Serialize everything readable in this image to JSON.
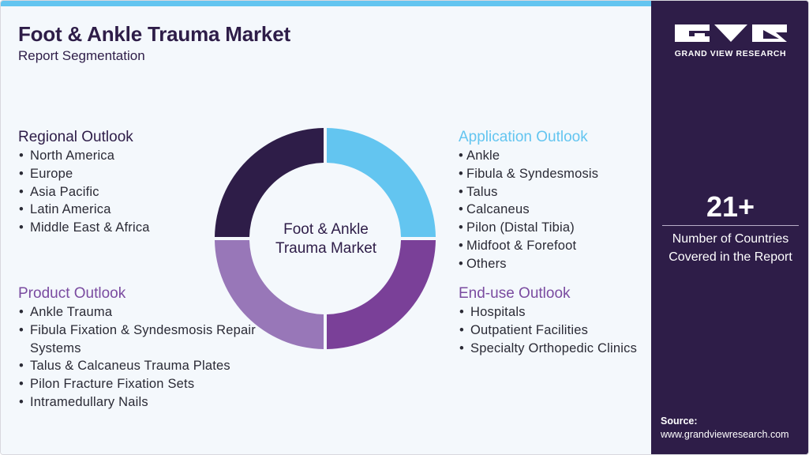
{
  "header": {
    "title": "Foot & Ankle Trauma Market",
    "subtitle": "Report Segmentation"
  },
  "donut": {
    "center_line1": "Foot & Ankle",
    "center_line2": "Trauma Market",
    "segment_colors": {
      "application": "#63c5f0",
      "enduse": "#7a4098",
      "product": "#9877b8",
      "regional": "#2e1d48"
    }
  },
  "regional": {
    "heading": "Regional Outlook",
    "items": [
      "North America",
      "Europe",
      "Asia Pacific",
      "Latin America",
      "Middle East & Africa"
    ]
  },
  "product": {
    "heading": "Product Outlook",
    "items": [
      "Ankle Trauma",
      "Fibula Fixation & Syndesmosis Repair Systems",
      "Talus & Calcaneus Trauma Plates",
      "Pilon Fracture Fixation Sets",
      "Intramedullary Nails"
    ]
  },
  "application": {
    "heading": "Application Outlook",
    "items": [
      "Ankle",
      "Fibula & Syndesmosis",
      "Talus",
      "Calcaneus",
      "Pilon (Distal Tibia)",
      "Midfoot & Forefoot",
      "Others"
    ]
  },
  "enduse": {
    "heading": "End-use Outlook",
    "items": [
      "Hospitals",
      "Outpatient Facilities",
      "Specialty Orthopedic Clinics"
    ]
  },
  "sidebar": {
    "brand": "GRAND VIEW RESEARCH",
    "stat_value": "21+",
    "stat_desc_line1": "Number of Countries",
    "stat_desc_line2": "Covered in the Report",
    "source_label": "Source:",
    "source_url": "www.grandviewresearch.com"
  },
  "colors": {
    "sidebar_bg": "#2e1d48",
    "accent": "#63c5f0",
    "purple": "#7a4ba0"
  }
}
